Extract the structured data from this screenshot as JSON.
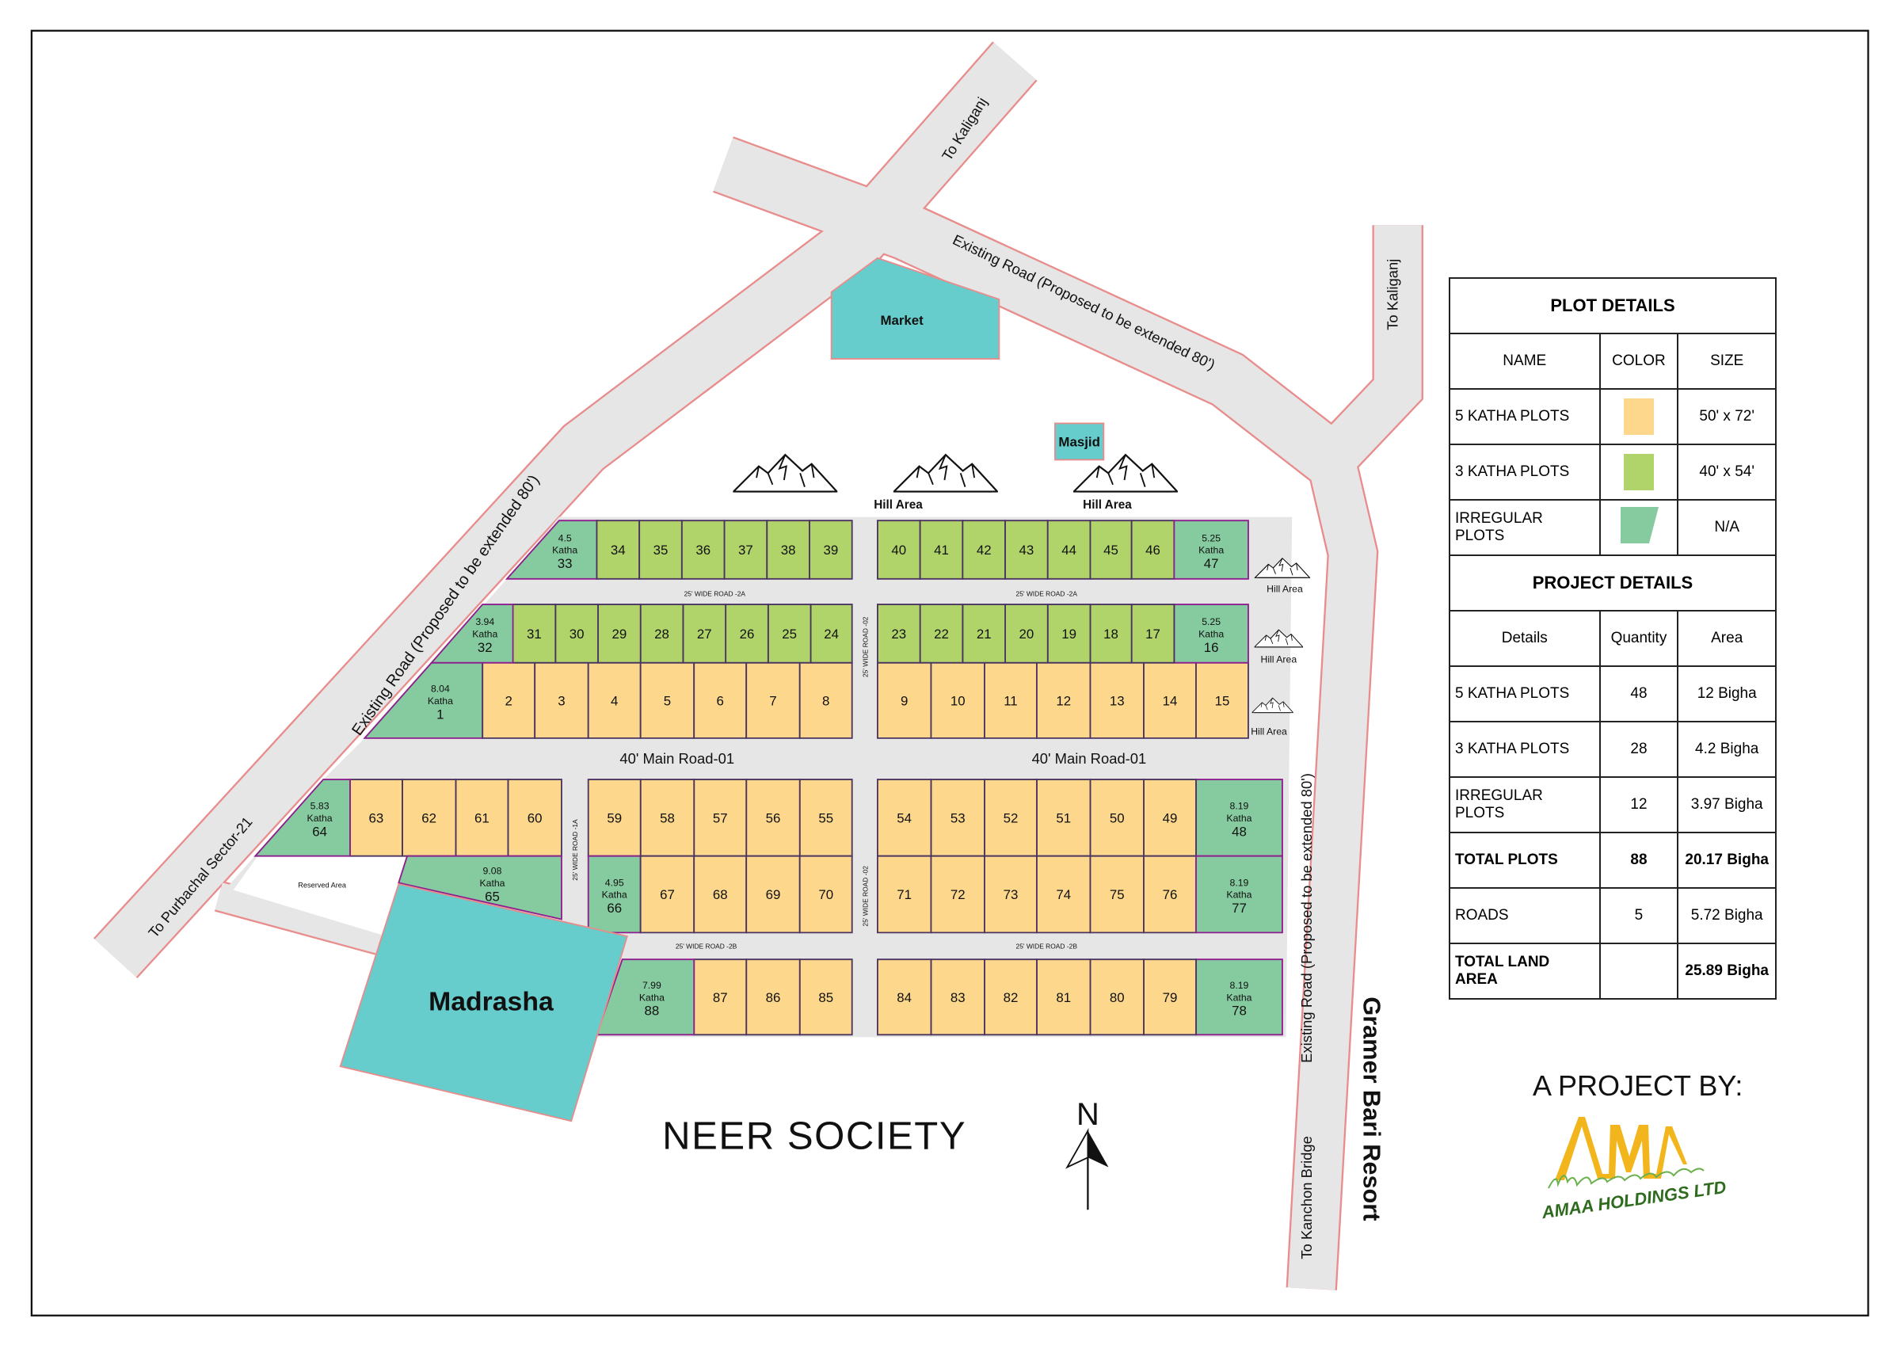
{
  "map": {
    "title": "NEER SOCIETY",
    "north": "N",
    "market": "Market",
    "masjid": "Masjid",
    "madrasha": "Madrasha",
    "reserved": "Reserved Area",
    "hill": "Hill Area",
    "resort": "Gramer Bari Resort",
    "roads": {
      "to_kaliganj": "To Kaliganj",
      "existing_road": "Existing Road (Proposed to be extended 80')",
      "to_purbachal": "To Purbachal Sector-21",
      "to_kanchon": "To Kanchon Bridge",
      "main_road": "40' Main Road-01",
      "road_2a": "25' WIDE ROAD -2A",
      "road_2b": "25' WIDE ROAD -2B",
      "road_02": "25' WIDE ROAD -02",
      "road_1a": "25' WIDE ROAD -1A"
    }
  },
  "plots": [
    {
      "no": "1",
      "type": "irregular",
      "area": "8.04",
      "unit": "Katha"
    },
    {
      "no": "2",
      "type": "5k"
    },
    {
      "no": "3",
      "type": "5k"
    },
    {
      "no": "4",
      "type": "5k"
    },
    {
      "no": "5",
      "type": "5k"
    },
    {
      "no": "6",
      "type": "5k"
    },
    {
      "no": "7",
      "type": "5k"
    },
    {
      "no": "8",
      "type": "5k"
    },
    {
      "no": "9",
      "type": "5k"
    },
    {
      "no": "10",
      "type": "5k"
    },
    {
      "no": "11",
      "type": "5k"
    },
    {
      "no": "12",
      "type": "5k"
    },
    {
      "no": "13",
      "type": "5k"
    },
    {
      "no": "14",
      "type": "5k"
    },
    {
      "no": "15",
      "type": "5k"
    },
    {
      "no": "16",
      "type": "irregular",
      "area": "5.25",
      "unit": "Katha"
    },
    {
      "no": "17",
      "type": "3k"
    },
    {
      "no": "18",
      "type": "3k"
    },
    {
      "no": "19",
      "type": "3k"
    },
    {
      "no": "20",
      "type": "3k"
    },
    {
      "no": "21",
      "type": "3k"
    },
    {
      "no": "22",
      "type": "3k"
    },
    {
      "no": "23",
      "type": "3k"
    },
    {
      "no": "24",
      "type": "3k"
    },
    {
      "no": "25",
      "type": "3k"
    },
    {
      "no": "26",
      "type": "3k"
    },
    {
      "no": "27",
      "type": "3k"
    },
    {
      "no": "28",
      "type": "3k"
    },
    {
      "no": "29",
      "type": "3k"
    },
    {
      "no": "30",
      "type": "3k"
    },
    {
      "no": "31",
      "type": "3k"
    },
    {
      "no": "32",
      "type": "irregular",
      "area": "3.94",
      "unit": "Katha"
    },
    {
      "no": "33",
      "type": "irregular",
      "area": "4.5",
      "unit": "Katha"
    },
    {
      "no": "34",
      "type": "3k"
    },
    {
      "no": "35",
      "type": "3k"
    },
    {
      "no": "36",
      "type": "3k"
    },
    {
      "no": "37",
      "type": "3k"
    },
    {
      "no": "38",
      "type": "3k"
    },
    {
      "no": "39",
      "type": "3k"
    },
    {
      "no": "40",
      "type": "3k"
    },
    {
      "no": "41",
      "type": "3k"
    },
    {
      "no": "42",
      "type": "3k"
    },
    {
      "no": "43",
      "type": "3k"
    },
    {
      "no": "44",
      "type": "3k"
    },
    {
      "no": "45",
      "type": "3k"
    },
    {
      "no": "46",
      "type": "3k"
    },
    {
      "no": "47",
      "type": "irregular",
      "area": "5.25",
      "unit": "Katha"
    },
    {
      "no": "48",
      "type": "irregular",
      "area": "8.19",
      "unit": "Katha"
    },
    {
      "no": "49",
      "type": "5k"
    },
    {
      "no": "50",
      "type": "5k"
    },
    {
      "no": "51",
      "type": "5k"
    },
    {
      "no": "52",
      "type": "5k"
    },
    {
      "no": "53",
      "type": "5k"
    },
    {
      "no": "54",
      "type": "5k"
    },
    {
      "no": "55",
      "type": "5k"
    },
    {
      "no": "56",
      "type": "5k"
    },
    {
      "no": "57",
      "type": "5k"
    },
    {
      "no": "58",
      "type": "5k"
    },
    {
      "no": "59",
      "type": "5k"
    },
    {
      "no": "60",
      "type": "5k"
    },
    {
      "no": "61",
      "type": "5k"
    },
    {
      "no": "62",
      "type": "5k"
    },
    {
      "no": "63",
      "type": "5k"
    },
    {
      "no": "64",
      "type": "irregular",
      "area": "5.83",
      "unit": "Katha"
    },
    {
      "no": "65",
      "type": "irregular",
      "area": "9.08",
      "unit": "Katha"
    },
    {
      "no": "66",
      "type": "irregular",
      "area": "4.95",
      "unit": "Katha"
    },
    {
      "no": "67",
      "type": "5k"
    },
    {
      "no": "68",
      "type": "5k"
    },
    {
      "no": "69",
      "type": "5k"
    },
    {
      "no": "70",
      "type": "5k"
    },
    {
      "no": "71",
      "type": "5k"
    },
    {
      "no": "72",
      "type": "5k"
    },
    {
      "no": "73",
      "type": "5k"
    },
    {
      "no": "74",
      "type": "5k"
    },
    {
      "no": "75",
      "type": "5k"
    },
    {
      "no": "76",
      "type": "5k"
    },
    {
      "no": "77",
      "type": "irregular",
      "area": "8.19",
      "unit": "Katha"
    },
    {
      "no": "78",
      "type": "irregular",
      "area": "8.19",
      "unit": "Katha"
    },
    {
      "no": "79",
      "type": "5k"
    },
    {
      "no": "80",
      "type": "5k"
    },
    {
      "no": "81",
      "type": "5k"
    },
    {
      "no": "82",
      "type": "5k"
    },
    {
      "no": "83",
      "type": "5k"
    },
    {
      "no": "84",
      "type": "5k"
    },
    {
      "no": "85",
      "type": "5k"
    },
    {
      "no": "86",
      "type": "5k"
    },
    {
      "no": "87",
      "type": "5k"
    },
    {
      "no": "88",
      "type": "irregular",
      "area": "7.99",
      "unit": "Katha"
    }
  ],
  "plot_details": {
    "title": "PLOT DETAILS",
    "headers": [
      "NAME",
      "COLOR",
      "SIZE"
    ],
    "rows": [
      {
        "name": "5 KATHA PLOTS",
        "color": "#fdd88c",
        "size": "50' x 72'"
      },
      {
        "name": "3 KATHA PLOTS",
        "color": "#b0d46a",
        "size": "40' x 54'"
      },
      {
        "name": "IRREGULAR PLOTS",
        "color": "#86cba0",
        "size": "N/A"
      }
    ]
  },
  "project_details": {
    "title": "PROJECT DETAILS",
    "headers": [
      "Details",
      "Quantity",
      "Area"
    ],
    "rows": [
      {
        "name": "5 KATHA PLOTS",
        "qty": "48",
        "area": "12 Bigha"
      },
      {
        "name": "3 KATHA PLOTS",
        "qty": "28",
        "area": "4.2 Bigha"
      },
      {
        "name": "IRREGULAR PLOTS",
        "qty": "12",
        "area": "3.97 Bigha"
      },
      {
        "name": "TOTAL PLOTS",
        "qty": "88",
        "area": "20.17 Bigha"
      },
      {
        "name": "ROADS",
        "qty": "5",
        "area": "5.72 Bigha"
      },
      {
        "name": "TOTAL LAND AREA",
        "qty": "",
        "area": "25.89 Bigha"
      }
    ]
  },
  "project_by": "A PROJECT BY:",
  "logo": {
    "mark": "AMAA",
    "name": "AMAA HOLDINGS LTD"
  },
  "colors": {
    "five_katha": "#fdd88c",
    "three_katha": "#b0d46a",
    "irregular": "#86cba0",
    "facility": "#66cccc",
    "road": "#e6e6e6",
    "road_edge": "#e88c8c"
  }
}
